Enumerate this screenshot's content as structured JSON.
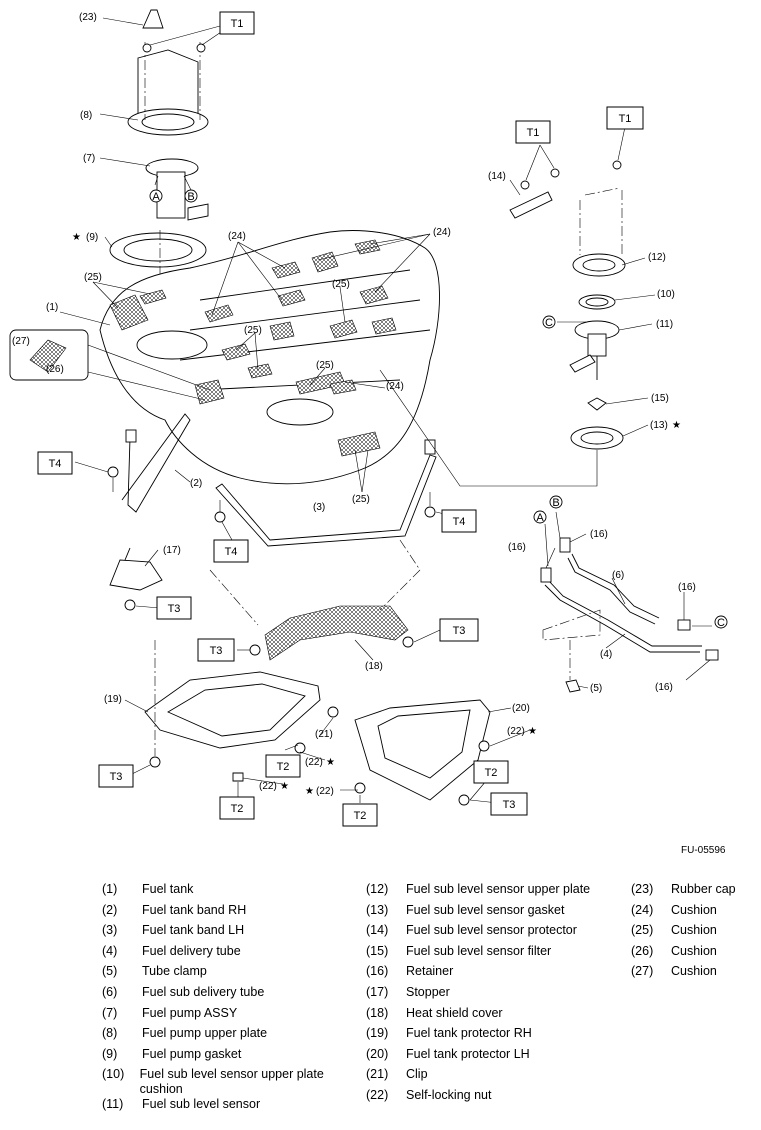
{
  "figure_code": "FU-05596",
  "callouts": [
    "(1)",
    "(2)",
    "(3)",
    "(4)",
    "(5)",
    "(6)",
    "(7)",
    "(8)",
    "(9)",
    "(10)",
    "(11)",
    "(12)",
    "(13)",
    "(14)",
    "(15)",
    "(16)",
    "(17)",
    "(18)",
    "(19)",
    "(20)",
    "(21)",
    "(22)",
    "(23)",
    "(24)",
    "(25)",
    "(26)",
    "(27)"
  ],
  "torque_labels": {
    "t1": "T1",
    "t2": "T2",
    "t3": "T3",
    "t4": "T4"
  },
  "connector_labels": {
    "a": "A",
    "b": "B",
    "c": "C"
  },
  "star": "★",
  "legend": {
    "col1": [
      {
        "no": "(1)",
        "name": "Fuel tank"
      },
      {
        "no": "(2)",
        "name": "Fuel tank band RH"
      },
      {
        "no": "(3)",
        "name": "Fuel tank band LH"
      },
      {
        "no": "(4)",
        "name": "Fuel delivery tube"
      },
      {
        "no": "(5)",
        "name": "Tube clamp"
      },
      {
        "no": "(6)",
        "name": "Fuel sub delivery tube"
      },
      {
        "no": "(7)",
        "name": "Fuel pump ASSY"
      },
      {
        "no": "(8)",
        "name": "Fuel pump upper plate"
      },
      {
        "no": "(9)",
        "name": "Fuel pump gasket"
      },
      {
        "no": "(10)",
        "name": "Fuel sub level sensor upper plate cushion"
      },
      {
        "no": "(11)",
        "name": "Fuel sub level sensor"
      }
    ],
    "col2": [
      {
        "no": "(12)",
        "name": "Fuel sub level sensor upper plate"
      },
      {
        "no": "(13)",
        "name": "Fuel sub level sensor gasket"
      },
      {
        "no": "(14)",
        "name": "Fuel sub level sensor protector"
      },
      {
        "no": "(15)",
        "name": "Fuel sub level sensor filter"
      },
      {
        "no": "(16)",
        "name": "Retainer"
      },
      {
        "no": "(17)",
        "name": "Stopper"
      },
      {
        "no": "(18)",
        "name": "Heat shield cover"
      },
      {
        "no": "(19)",
        "name": "Fuel tank protector RH"
      },
      {
        "no": "(20)",
        "name": "Fuel tank protector LH"
      },
      {
        "no": "(21)",
        "name": "Clip"
      },
      {
        "no": "(22)",
        "name": "Self-locking nut"
      }
    ],
    "col3": [
      {
        "no": "(23)",
        "name": "Rubber cap"
      },
      {
        "no": "(24)",
        "name": "Cushion"
      },
      {
        "no": "(25)",
        "name": "Cushion"
      },
      {
        "no": "(26)",
        "name": "Cushion"
      },
      {
        "no": "(27)",
        "name": "Cushion"
      }
    ]
  }
}
